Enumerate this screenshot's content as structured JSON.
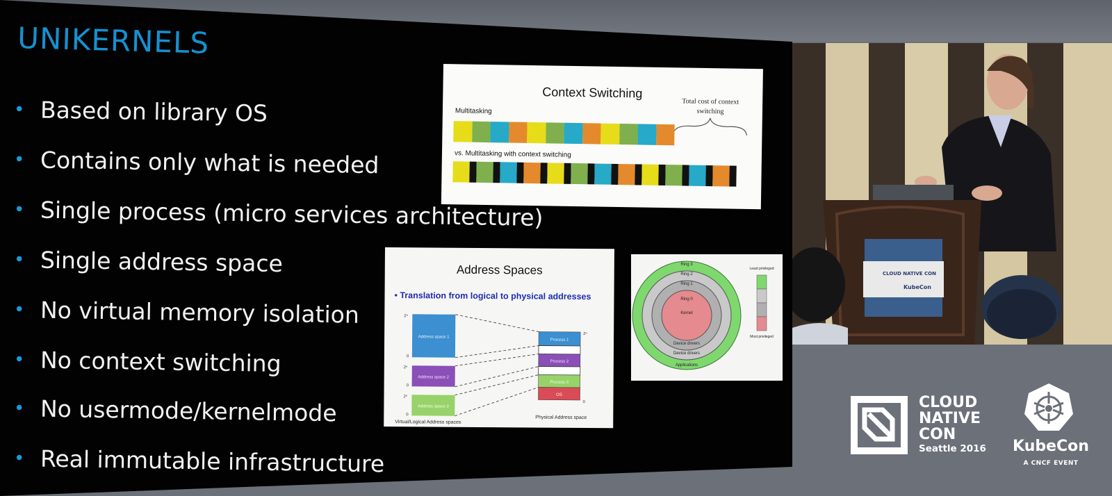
{
  "slide": {
    "title": "UNIKERNELS",
    "bullets": [
      "Based on library OS",
      "Contains only what is needed",
      "Single process (micro services architecture)",
      "Single address space",
      "No virtual memory isolation",
      "No context switching",
      "No usermode/kernelmode",
      "Real immutable infrastructure"
    ],
    "context_switching_figure": {
      "title": "Context Switching",
      "cost_note": "Total cost of context switching",
      "row1_label": "Multitasking",
      "row2_label": "vs. Multitasking with context switching",
      "task_colors": [
        "#e6dc19",
        "#7fb04d",
        "#27a9c8",
        "#e48a2c"
      ],
      "switch_color": "#111111"
    },
    "address_spaces_figure": {
      "title": "Address Spaces",
      "subtitle": "Translation from logical to physical addresses",
      "left_caption": "Virtual/Logical Address spaces",
      "right_caption": "Physical Address space",
      "virtual_blocks": [
        "Address space 1",
        "Address space 2",
        "Address space 3"
      ],
      "physical_blocks": [
        "Process 1",
        "Process 2",
        "Process 3",
        "OS"
      ]
    },
    "rings_figure": {
      "rings": [
        "Ring 3",
        "Ring 2",
        "Ring 1",
        "Ring 0"
      ],
      "kernel_label": "Kernel",
      "ring_labels": [
        "Device drivers",
        "Device drivers",
        "Applications"
      ],
      "least_label": "Least privileged",
      "most_label": "Most privileged"
    }
  },
  "branding": {
    "conference_name_lines": [
      "CLOUD",
      "NATIVE",
      "CON"
    ],
    "conference_location": "Seattle 2016",
    "kubecon_name": "KubeCon",
    "kubecon_tagline": "A CNCF EVENT",
    "podium_sign_text": [
      "CLOUD NATIVE CON",
      "KubeCon"
    ]
  }
}
